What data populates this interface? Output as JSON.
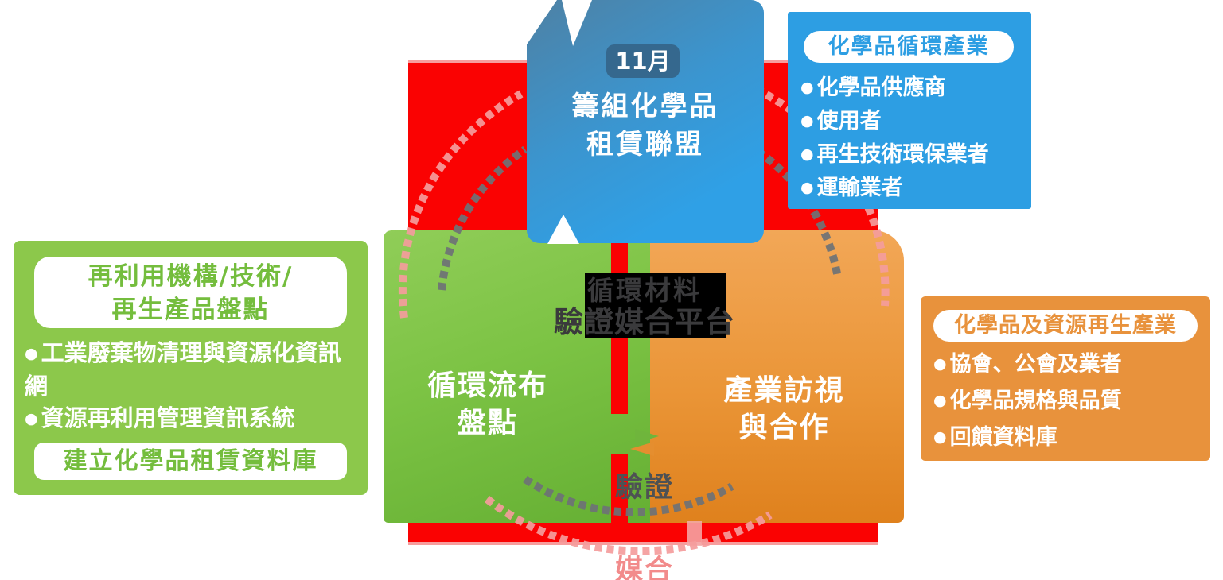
{
  "colors": {
    "backdrop_red": "#fa0202",
    "panel_green": "#7cc344",
    "panel_orange": "#ea9537",
    "info_blue": "#2d9ee3",
    "info_green": "#8cc84b",
    "info_orange": "#e8923c",
    "bubble_blue_gradient_start": "#4e81a4",
    "bubble_blue_gradient_end": "#2fa0e6",
    "badge_blue": "#35688e",
    "arc_pink": "#f49c9c",
    "arc_gray": "#6e7276",
    "verify_text": "#4e5154",
    "match_text": "#f28b8b"
  },
  "bubble": {
    "badge": "11月",
    "line1": "籌組化學品",
    "line2": "租賃聯盟"
  },
  "top_right_box": {
    "title": "化學品循環產業",
    "items": [
      "化學品供應商",
      "使用者",
      "再生技術環保業者",
      "運輸業者"
    ]
  },
  "left_box": {
    "title_line1": "再利用機構/技術/",
    "title_line2": "再生產品盤點",
    "items": [
      "工業廢棄物清理與資源化資訊網",
      "資源再利用管理資訊系統"
    ],
    "footer": "建立化學品租賃資料庫"
  },
  "right_box": {
    "title": "化學品及資源再生產業",
    "items": [
      "協會、公會及業者",
      "化學品規格與品質",
      "回饋資料庫"
    ]
  },
  "center": {
    "platform_line1": "循環材料",
    "platform_line2": "驗證媒合平台",
    "green_panel_line1": "循環流布",
    "green_panel_line2": "盤點",
    "orange_panel_line1": "產業訪視",
    "orange_panel_line2": "與合作",
    "label_verify": "驗證",
    "label_match": "媒合"
  }
}
